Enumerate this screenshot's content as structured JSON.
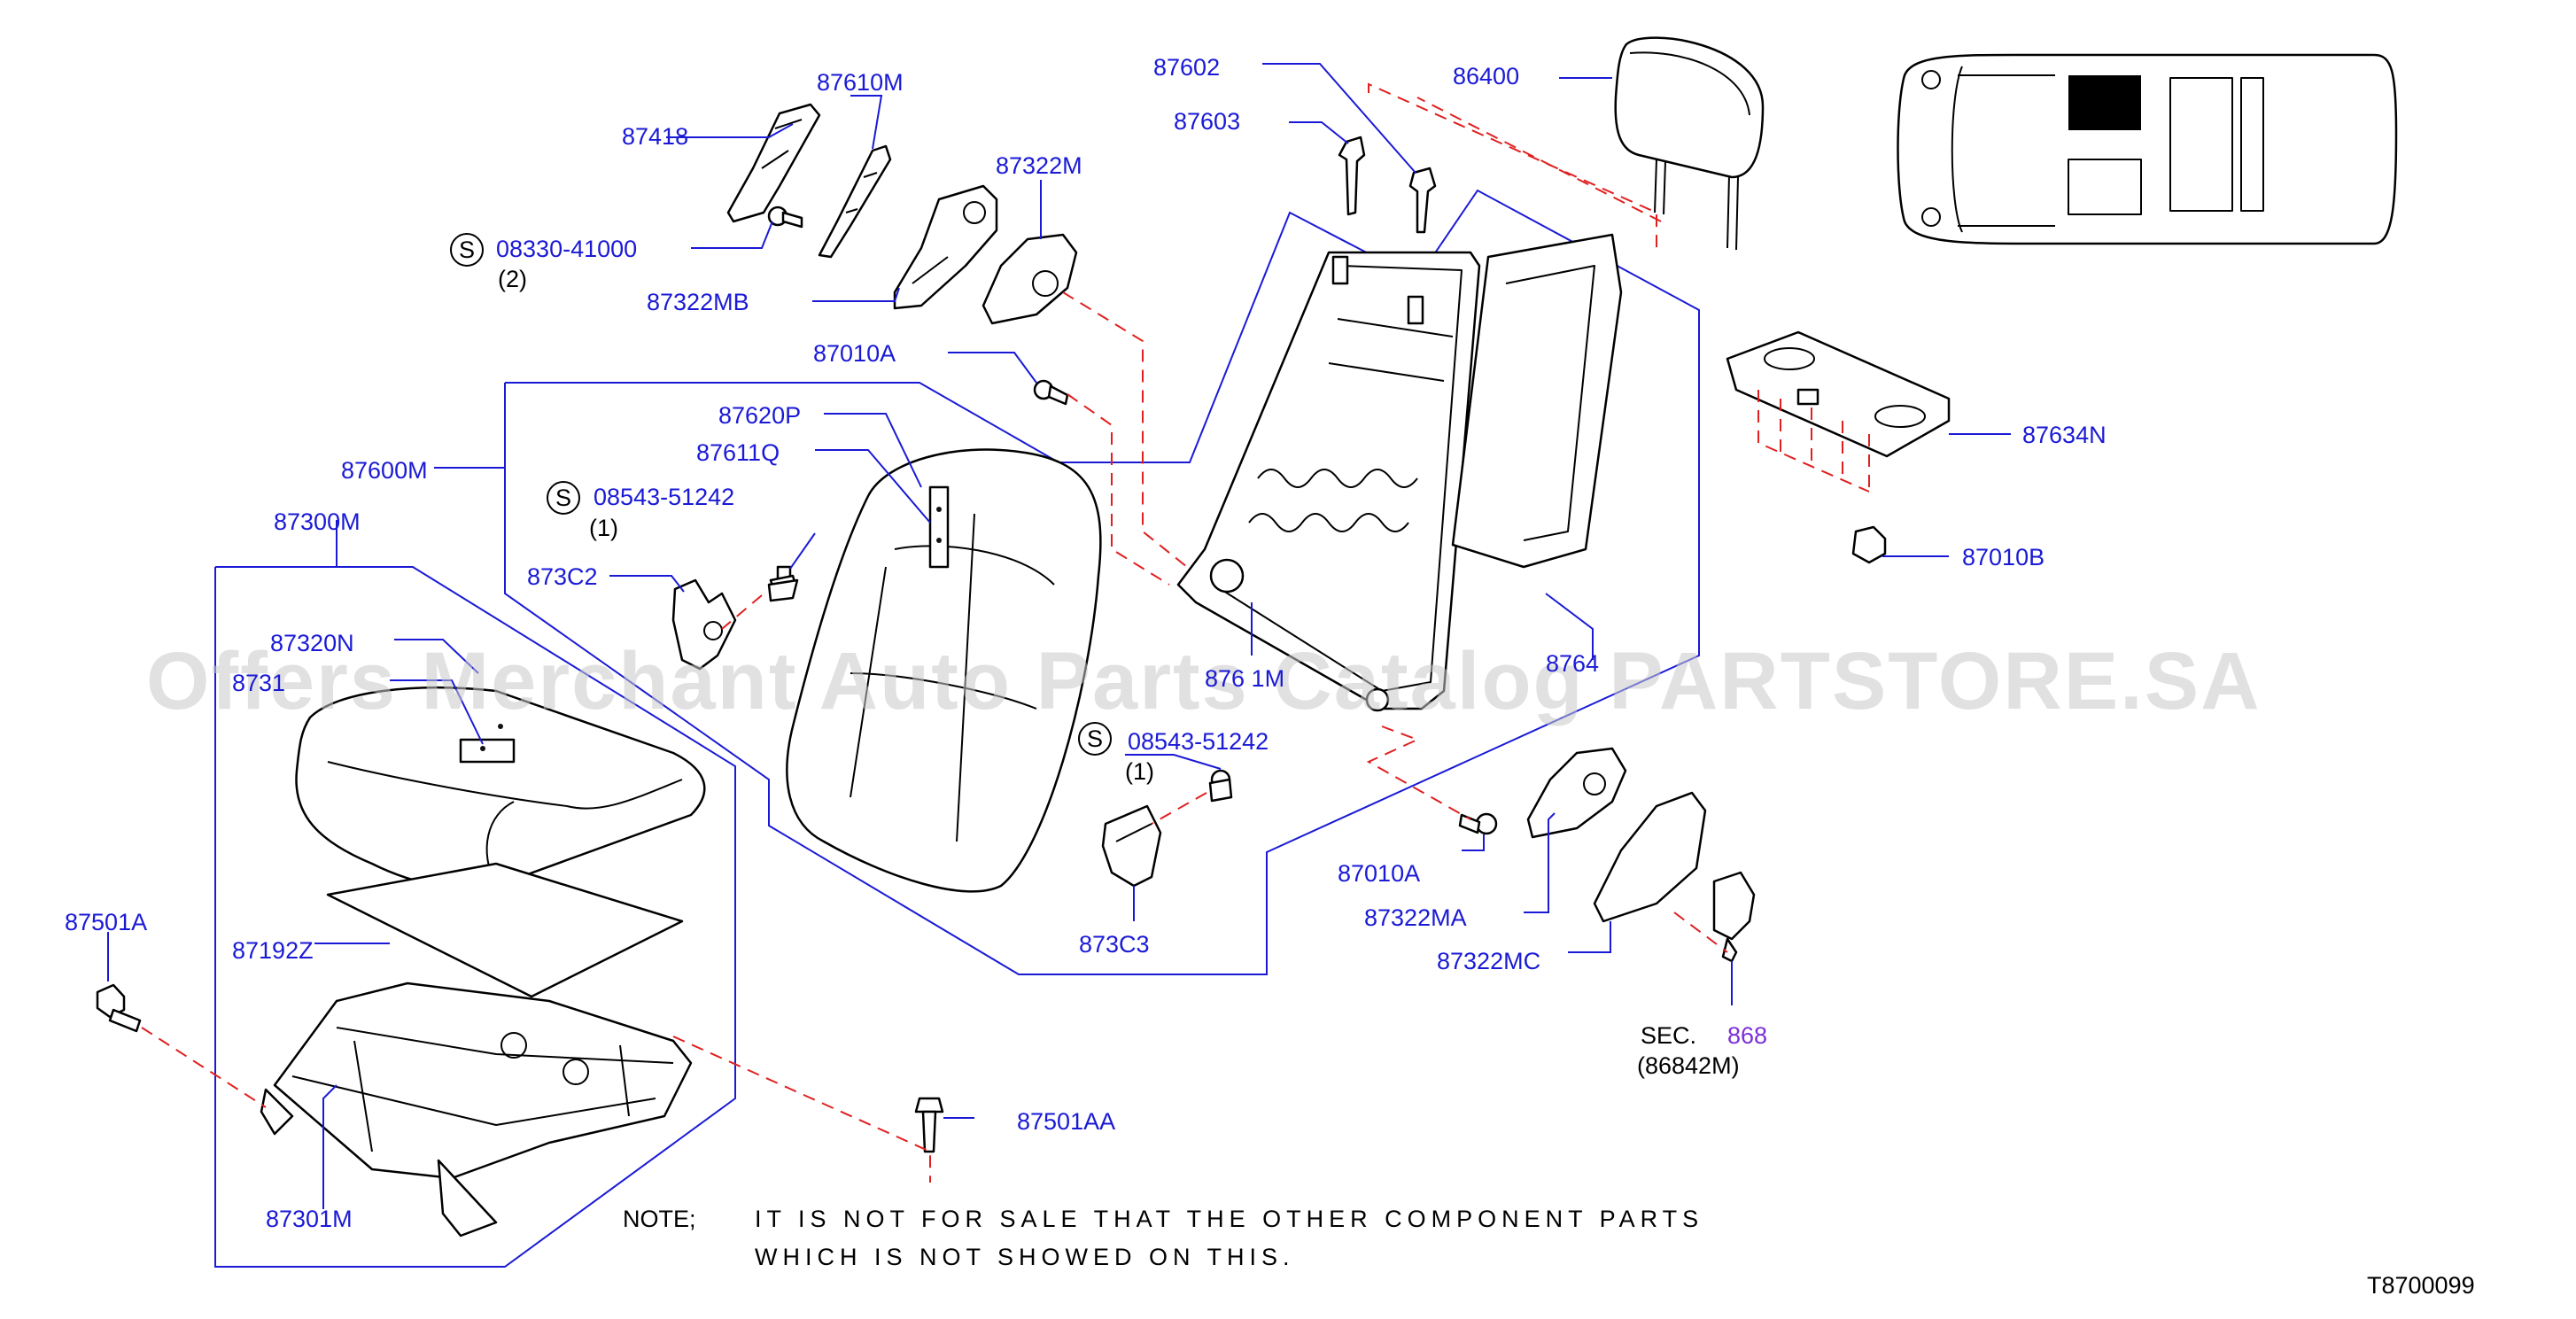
{
  "parts": {
    "p86400": "86400",
    "p87602": "87602",
    "p87603": "87603",
    "p87610M": "87610M",
    "p87418": "87418",
    "p87322M": "87322M",
    "p08330": "08330-41000",
    "p08330_qty": "(2)",
    "p87322MB": "87322MB",
    "p87010A_top": "87010A",
    "p87634N": "87634N",
    "p87010B": "87010B",
    "p87620P": "87620P",
    "p87611Q": "87611Q",
    "p87600M": "87600M",
    "p08543_a": "08543-51242",
    "p08543_a_qty": "(1)",
    "p87300M": "87300M",
    "p873C2": "873C2",
    "p87320N": "87320N",
    "p8731x": "8731",
    "p8761M": "876 1M",
    "p8764x": "8764",
    "p08543_b": "08543-51242",
    "p08543_b_qty": "(1)",
    "p87010A_mid": "87010A",
    "p87322MA": "87322MA",
    "p87322MC": "87322MC",
    "p87501A": "87501A",
    "p87192Z": "87192Z",
    "p873C3": "873C3",
    "p87501AA": "87501AA",
    "p87301M": "87301M",
    "sec_label": "SEC.",
    "sec_num": "868",
    "sec_ref": "(86842M)",
    "s_symbol": "S"
  },
  "note": {
    "label": "NOTE;",
    "line1": "IT IS NOT FOR SALE THAT THE OTHER COMPONENT PARTS",
    "line2": "WHICH IS NOT SHOWED ON THIS."
  },
  "diagram_id": "T8700099",
  "watermark": "Offers Merchant Auto Parts Catalog PARTSTORE.SA",
  "colors": {
    "part_number": "#1a1ad6",
    "leader": "#1a1ad6",
    "dashed_guide": "#e02020",
    "sec_link": "#7b2fd6",
    "watermark": "#c9c9c9"
  }
}
